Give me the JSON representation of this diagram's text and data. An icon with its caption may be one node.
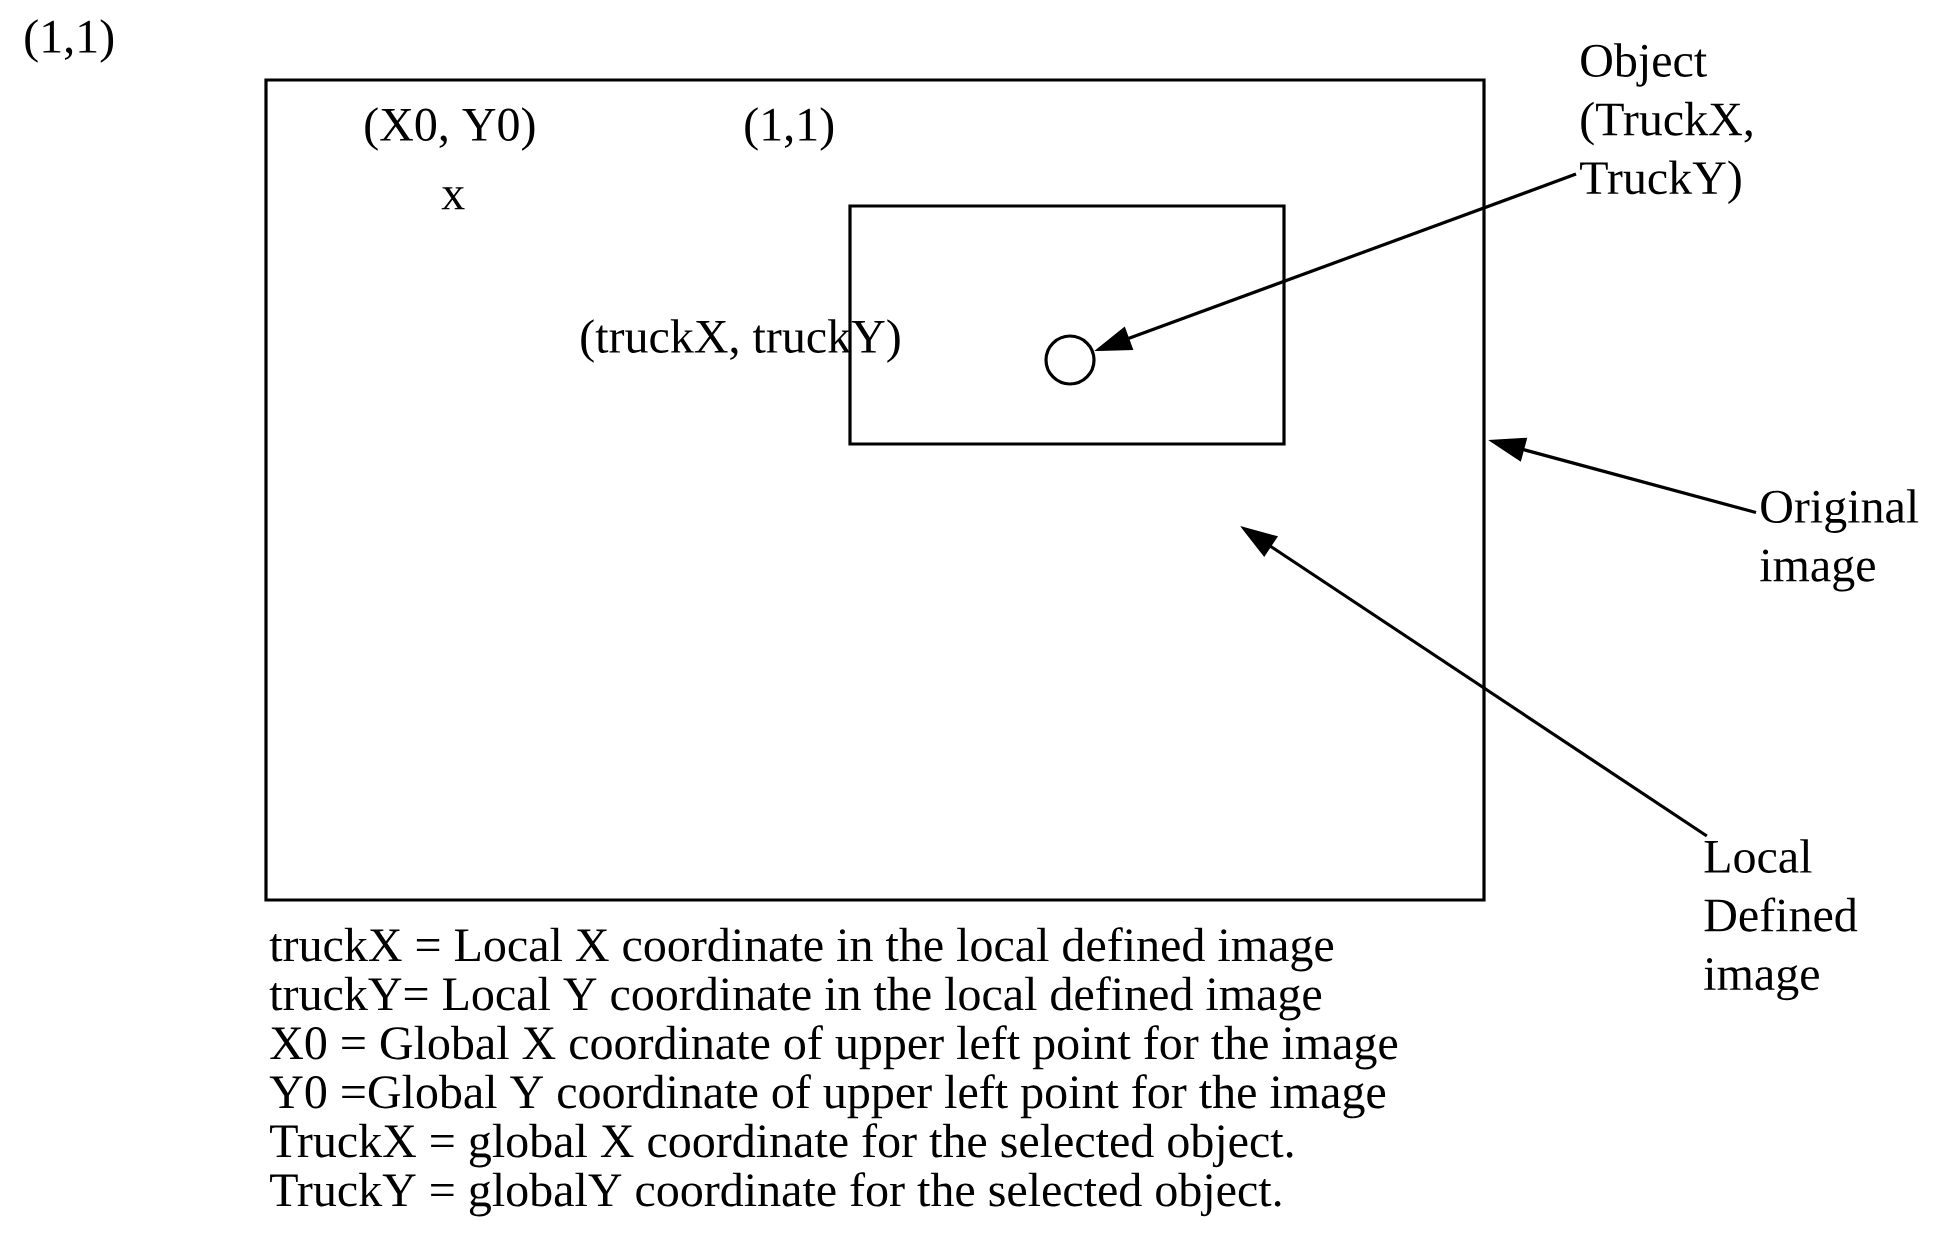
{
  "diagram": {
    "nodes": [
      {
        "text": [],
        "shape": "box"
      },
      {
        "text": [],
        "shape": "box",
        "in": 0
      },
      {
        "text": [],
        "shape": "circle",
        "in": 1
      },
      {
        "text": [
          "Object (TruckX, TruckY)"
        ]
      },
      {
        "text": [
          "Original image"
        ]
      },
      {
        "text": [
          "Local Defined image"
        ]
      }
    ],
    "edges": [
      {
        "from": 3,
        "to": 2,
        "arrow": "to"
      },
      {
        "from": 4,
        "to": 0,
        "arrow": "to"
      },
      {
        "from": 5,
        "to": null,
        "arrow": "to"
      }
    ],
    "labels": [
      "(1,1)",
      "(X0, Y0)",
      "x",
      "(1,1)",
      "(truckX, truckY)",
      "truckX = Local X coordinate in the local defined image",
      "truckY= Local Y coordinate in the local defined image",
      "X0 = Global X coordinate of upper left point for the image",
      "Y0 =Global Y coordinate of upper left point for the image",
      "TruckX = global X coordinate for the selected object.",
      "TruckY = globalY coordinate for the selected object."
    ]
  }
}
